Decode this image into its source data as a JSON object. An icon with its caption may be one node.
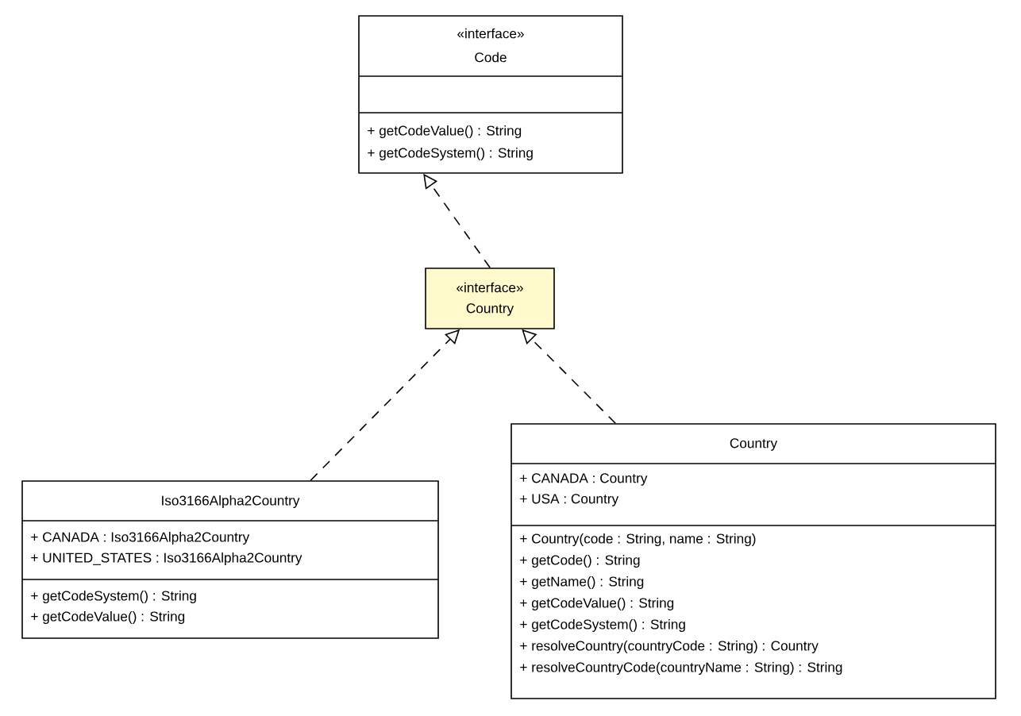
{
  "diagram": {
    "nodes": [
      {
        "text": [
          "«interface»",
          "Code",
          "+ getCodeValue() : String",
          "+ getCodeSystem() : String"
        ]
      },
      {
        "text": [
          "«interface»",
          "Country"
        ]
      },
      {
        "text": [
          "Iso3166Alpha2Country",
          "+ CANADA : Iso3166Alpha2Country",
          "+ UNITED_STATES : Iso3166Alpha2Country",
          "+ getCodeSystem() : String",
          "+ getCodeValue() : String"
        ]
      },
      {
        "text": [
          "Country",
          "+ CANADA : Country",
          "+ USA : Country",
          "+ Country(code : String, name : String)",
          "+ getCode() : String",
          "+ getName() : String",
          "+ getCodeValue() : String",
          "+ getCodeSystem() : String",
          "+ resolveCountry(countryCode : String) : Country",
          "+ resolveCountryCode(countryName : String) : String"
        ]
      }
    ],
    "edges": [
      {
        "from": 1,
        "to": 0,
        "arrow": "to",
        "style": "dashed"
      },
      {
        "from": 2,
        "to": 1,
        "arrow": "to",
        "style": "dashed"
      },
      {
        "from": 3,
        "to": 1,
        "arrow": "to",
        "style": "dashed"
      }
    ]
  }
}
